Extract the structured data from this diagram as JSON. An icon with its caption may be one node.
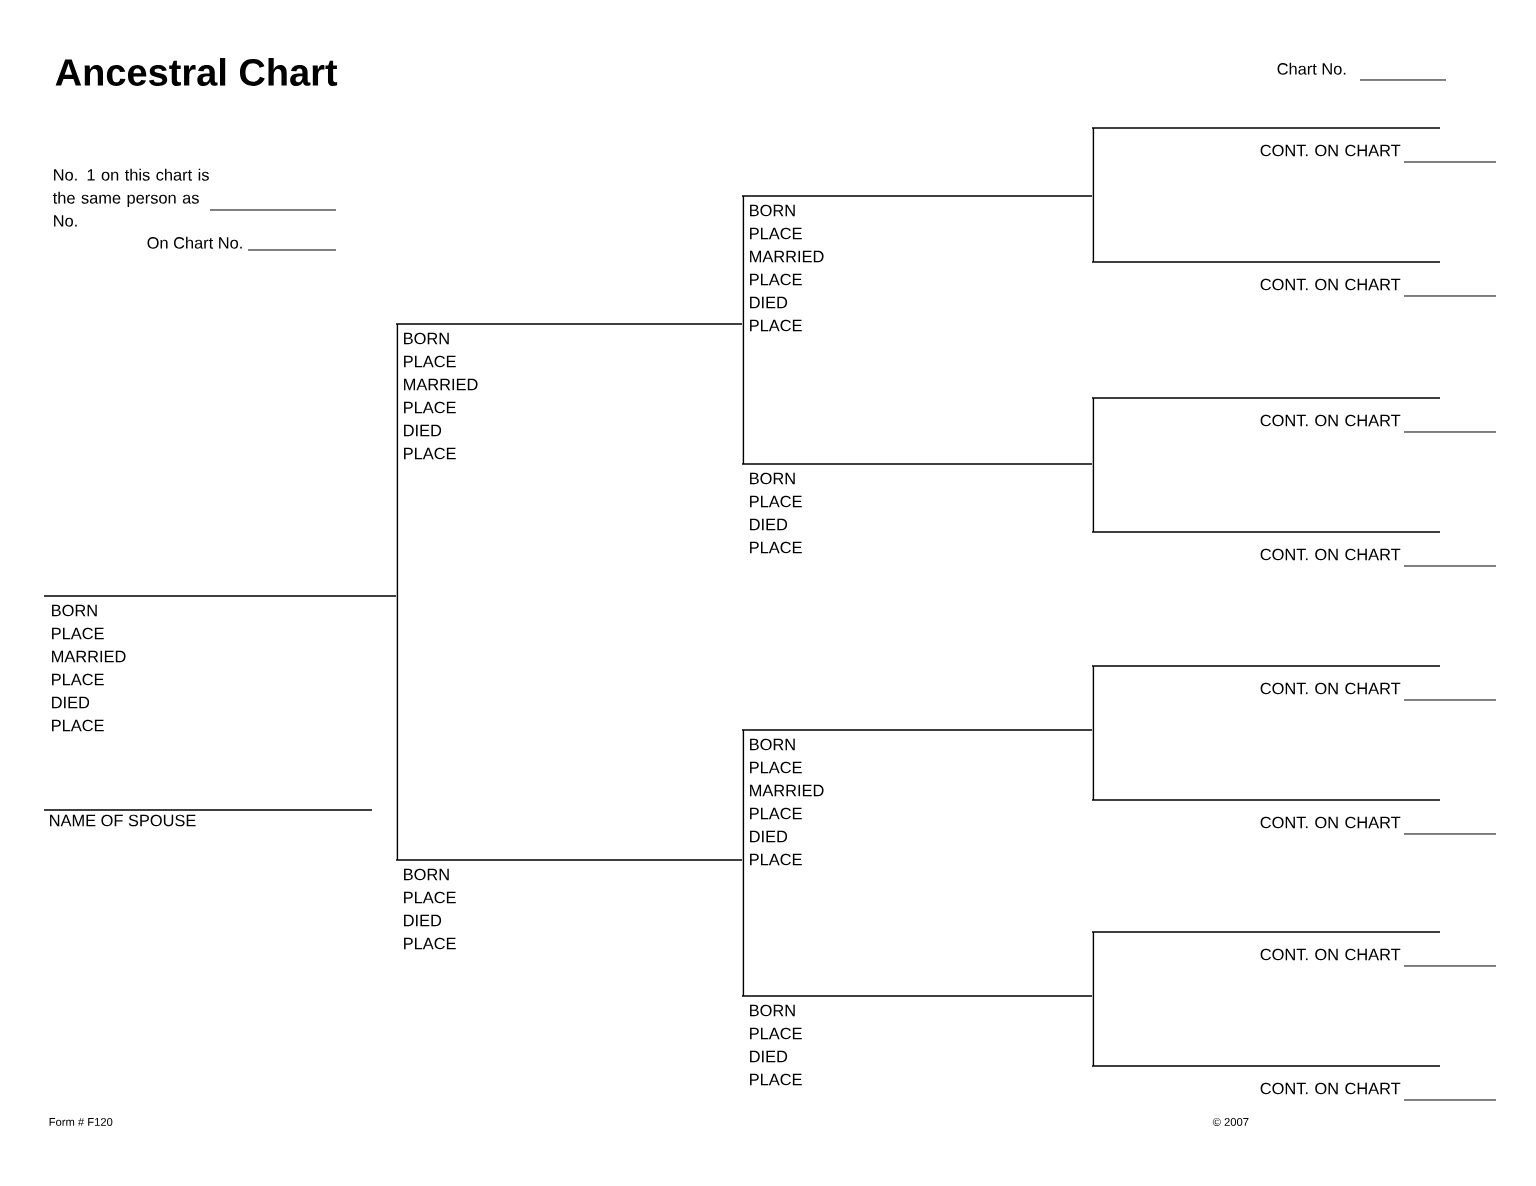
{
  "diagram": {
    "title": "Ancestral Chart",
    "nodes": [
      {
        "text": [
          "BORN",
          "PLACE",
          "MARRIED",
          "PLACE",
          "DIED",
          "PLACE"
        ]
      },
      {
        "text": [
          "BORN",
          "PLACE",
          "MARRIED",
          "PLACE",
          "DIED",
          "PLACE"
        ]
      },
      {
        "text": [
          "BORN",
          "PLACE",
          "DIED",
          "PLACE"
        ]
      },
      {
        "text": [
          "BORN",
          "PLACE",
          "MARRIED",
          "PLACE",
          "DIED",
          "PLACE"
        ]
      },
      {
        "text": [
          "BORN",
          "PLACE",
          "DIED",
          "PLACE"
        ]
      },
      {
        "text": [
          "BORN",
          "PLACE",
          "MARRIED",
          "PLACE",
          "DIED",
          "PLACE"
        ]
      },
      {
        "text": [
          "BORN",
          "PLACE",
          "DIED",
          "PLACE"
        ]
      },
      {
        "text": [
          "CONT. ON CHART"
        ]
      },
      {
        "text": [
          "CONT. ON CHART"
        ]
      },
      {
        "text": [
          "CONT. ON CHART"
        ]
      },
      {
        "text": [
          "CONT. ON CHART"
        ]
      },
      {
        "text": [
          "CONT. ON CHART"
        ]
      },
      {
        "text": [
          "CONT. ON CHART"
        ]
      },
      {
        "text": [
          "CONT. ON CHART"
        ]
      },
      {
        "text": [
          "CONT. ON CHART"
        ]
      }
    ],
    "edges": [
      {
        "from": 0,
        "to": 1,
        "arrow": "none"
      },
      {
        "from": 0,
        "to": 2,
        "arrow": "none"
      },
      {
        "from": 1,
        "to": 3,
        "arrow": "none"
      },
      {
        "from": 1,
        "to": 4,
        "arrow": "none"
      },
      {
        "from": 2,
        "to": 5,
        "arrow": "none"
      },
      {
        "from": 2,
        "to": 6,
        "arrow": "none"
      },
      {
        "from": 3,
        "to": 7,
        "arrow": "none"
      },
      {
        "from": 3,
        "to": 8,
        "arrow": "none"
      },
      {
        "from": 4,
        "to": 9,
        "arrow": "none"
      },
      {
        "from": 4,
        "to": 10,
        "arrow": "none"
      },
      {
        "from": 5,
        "to": 11,
        "arrow": "none"
      },
      {
        "from": 5,
        "to": 12,
        "arrow": "none"
      },
      {
        "from": 6,
        "to": 13,
        "arrow": "none"
      },
      {
        "from": 6,
        "to": 14,
        "arrow": "none"
      }
    ],
    "labels": [
      "No. 1 on this chart is the same person as No.",
      "On Chart No.",
      "Chart No.",
      "NAME OF SPOUSE",
      "Form # F120",
      "© 2007"
    ]
  }
}
